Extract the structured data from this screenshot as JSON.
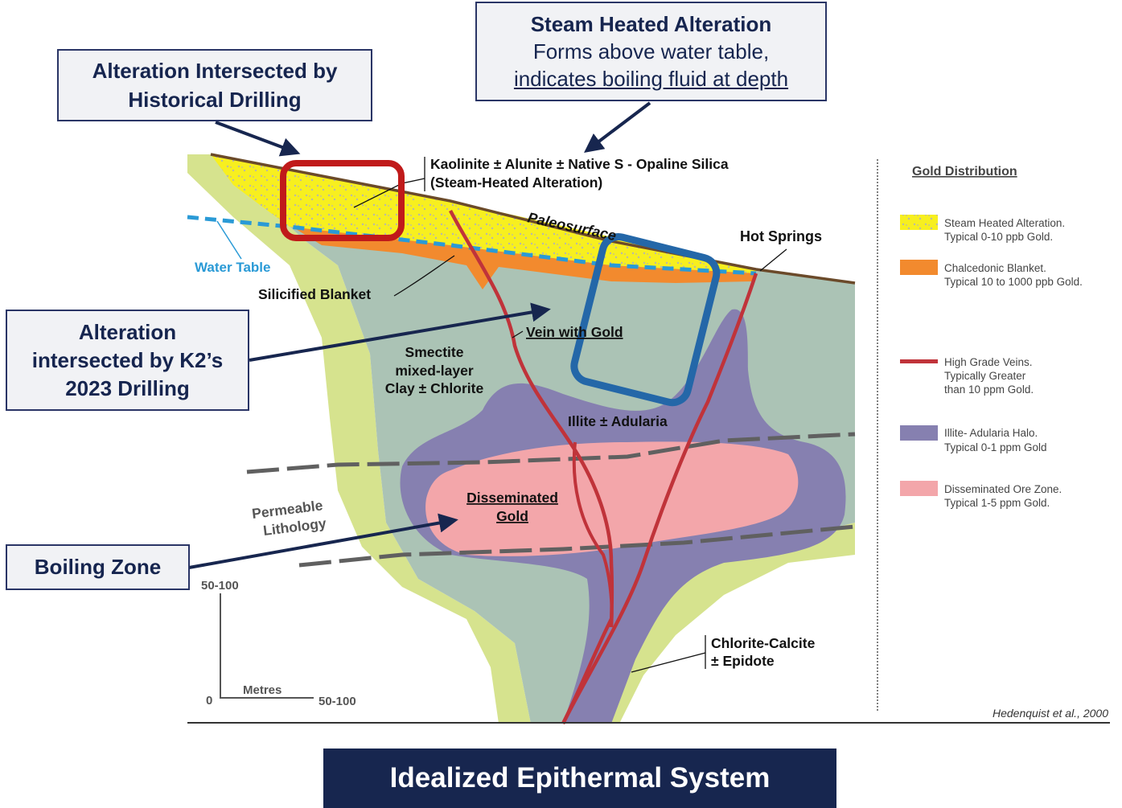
{
  "title": "Idealized Epithermal System",
  "callouts": {
    "steam_heated": {
      "heading": "Steam Heated Alteration",
      "line1": "Forms above water table,",
      "line2": "indicates boiling fluid at depth"
    },
    "historical": {
      "line1": "Alteration Intersected by",
      "line2": "Historical Drilling"
    },
    "k2_2023": {
      "line1": "Alteration",
      "line2": "intersected by K2’s",
      "line3": "2023 Drilling"
    },
    "boiling": {
      "line1": "Boiling Zone"
    }
  },
  "diagram_labels": {
    "kaolinite_line1": "Kaolinite ± Alunite ± Native S - Opaline Silica",
    "kaolinite_line2": "(Steam-Heated Alteration)",
    "paleosurface": "Paleosurface",
    "hot_springs": "Hot Springs",
    "water_table": "Water Table",
    "silicified_blanket": "Silicified Blanket",
    "vein_with_gold": "Vein with Gold",
    "smectite_line1": "Smectite",
    "smectite_line2": "mixed-layer",
    "smectite_line3": "Clay ± Chlorite",
    "illite": "Illite ± Adularia",
    "disseminated_line1": "Disseminated",
    "disseminated_line2": "Gold",
    "permeable_line1": "Permeable",
    "permeable_line2": "Lithology",
    "chlorite_line1": "Chlorite-Calcite",
    "chlorite_line2": "± Epidote"
  },
  "scale_bar": {
    "vertical_max": "50-100",
    "origin": "0",
    "horizontal_max": "50-100",
    "unit": "Metres"
  },
  "legend": {
    "title": "Gold Distribution",
    "items": [
      {
        "name": "steam-heated-alteration",
        "line1": "Steam Heated Alteration.",
        "line2": "Typical 0-10 ppb Gold.",
        "line3": "",
        "color": "#f7ef1f"
      },
      {
        "name": "chalcedonic-blanket",
        "line1": "Chalcedonic Blanket.",
        "line2": "Typical 10 to 1000 ppb Gold.",
        "line3": "",
        "color": "#f28a2e"
      },
      {
        "name": "high-grade-veins",
        "line1": "High Grade Veins.",
        "line2": "Typically Greater",
        "line3": "than 10 ppm Gold.",
        "color": "#c0333a"
      },
      {
        "name": "illite-adularia-halo",
        "line1": "Illite- Adularia Halo.",
        "line2": "Typical 0-1 ppm Gold",
        "line3": "",
        "color": "#8680b0"
      },
      {
        "name": "disseminated-ore-zone",
        "line1": "Disseminated Ore Zone.",
        "line2": "Typical 1-5 ppm Gold.",
        "line3": "",
        "color": "#f3a6aa"
      }
    ]
  },
  "citation": "Hedenquist et al., 2000",
  "colors": {
    "navy": "#17264f",
    "highlight_red": "#c01a1a",
    "highlight_blue": "#2467a8",
    "green_outer": "#d6e38e",
    "clay_grey_green": "#abc3b5",
    "water_table": "#2a9ad6",
    "paleosurface": "#6b4a2a",
    "fault_grey": "#606060"
  }
}
